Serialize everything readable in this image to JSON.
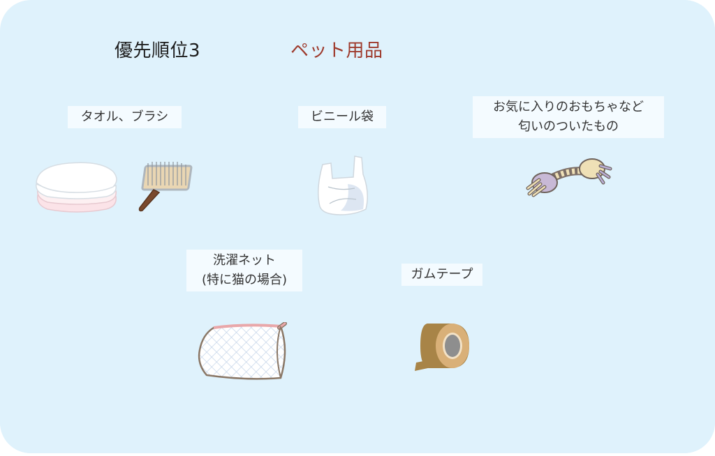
{
  "header": {
    "priority": "優先順位3",
    "category": "ペット用品",
    "category_color": "#9e3a2c"
  },
  "items": [
    {
      "label_lines": [
        "タオル、ブラシ"
      ],
      "icons": [
        "towel-stack-icon",
        "pet-brush-icon"
      ]
    },
    {
      "label_lines": [
        "ビニール袋"
      ],
      "icons": [
        "plastic-bag-icon"
      ]
    },
    {
      "label_lines": [
        "お気に入りのおもちゃなど",
        "匂いのついたもの"
      ],
      "icons": [
        "rope-toy-icon"
      ]
    },
    {
      "label_lines": [
        "洗濯ネット",
        "(特に猫の場合)"
      ],
      "icons": [
        "laundry-net-icon"
      ]
    },
    {
      "label_lines": [
        "ガムテープ"
      ],
      "icons": [
        "packing-tape-icon"
      ]
    }
  ],
  "colors": {
    "panel_bg": "#dff2fc",
    "label_bg": "#f4fbff"
  }
}
